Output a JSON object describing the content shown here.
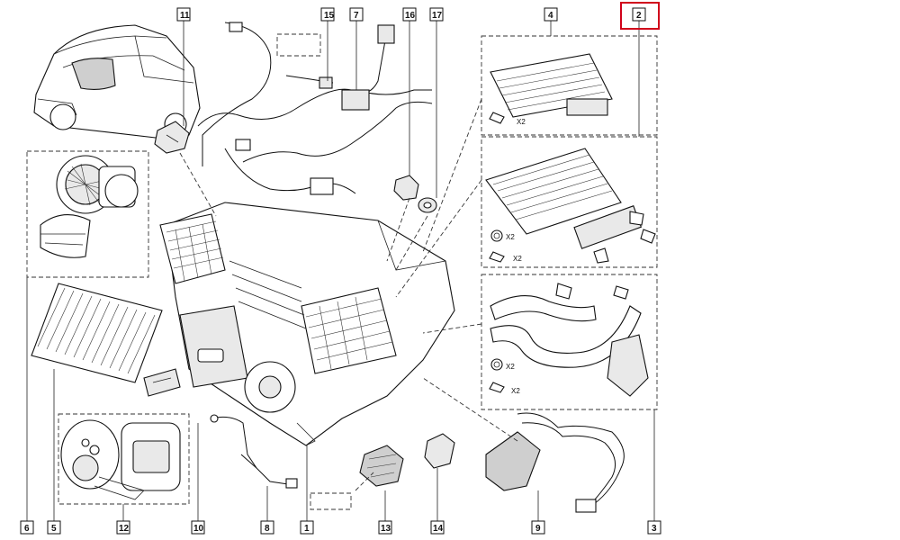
{
  "callouts": {
    "c1": "1",
    "c2": "2",
    "c3": "3",
    "c4": "4",
    "c5": "5",
    "c6": "6",
    "c7": "7",
    "c8": "8",
    "c9": "9",
    "c10": "10",
    "c11": "11",
    "c12": "12",
    "c13": "13",
    "c14": "14",
    "c15": "15",
    "c16": "16",
    "c17": "17"
  },
  "quantities": {
    "q4_screw": "X2",
    "q2_ring": "X2",
    "q2_screw": "X2",
    "q3_ring": "X2",
    "q3_screw": "X2"
  },
  "highlight_color": "#d0021b"
}
